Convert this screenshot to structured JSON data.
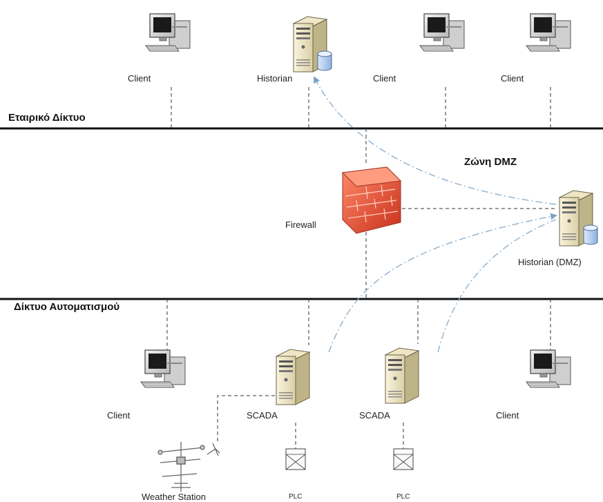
{
  "networks": {
    "corporate": "Εταιρικό Δίκτυο",
    "automation": "Δίκτυο Αυτοματισμού",
    "dmz": "Ζώνη DMZ"
  },
  "top_nodes": [
    {
      "label": "Client",
      "icon": "desktop-computer-icon"
    },
    {
      "label": "Historian",
      "icon": "server-database-icon"
    },
    {
      "label": "Client",
      "icon": "desktop-computer-icon"
    },
    {
      "label": "Client",
      "icon": "desktop-computer-icon"
    }
  ],
  "middle_nodes": {
    "firewall": {
      "label": "Firewall",
      "icon": "firewall-icon"
    },
    "historian_dmz": {
      "label": "Historian (DMZ)",
      "icon": "server-database-icon"
    }
  },
  "bottom_nodes": [
    {
      "label": "Client",
      "icon": "desktop-computer-icon"
    },
    {
      "label": "SCADA",
      "icon": "server-icon"
    },
    {
      "label": "SCADA",
      "icon": "server-icon"
    },
    {
      "label": "Client",
      "icon": "desktop-computer-icon"
    }
  ],
  "field_devices": [
    {
      "label": "Weather Station",
      "icon": "weather-station-icon"
    },
    {
      "label": "PLC",
      "icon": "plc-icon"
    },
    {
      "label": "PLC",
      "icon": "plc-icon"
    }
  ],
  "colors": {
    "bus_line": "#111111",
    "dashed_link": "#333333",
    "data_flow": "#8fb0cc",
    "firewall": "#e8573a"
  }
}
